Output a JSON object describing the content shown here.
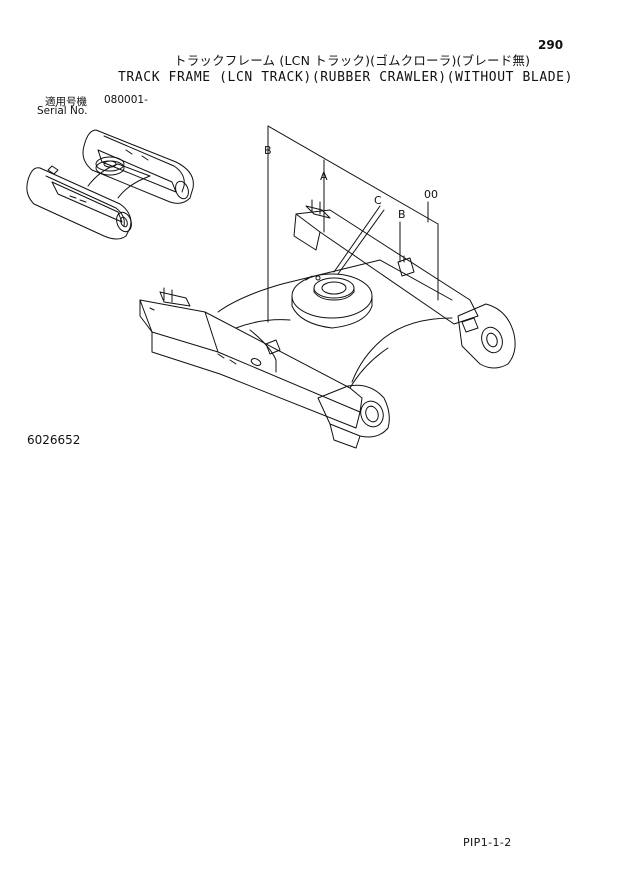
{
  "page_number": "290",
  "title_jp": "トラックフレーム (LCN トラック)(ゴムクローラ)(ブレード無)",
  "title_en": "TRACK FRAME (LCN TRACK)(RUBBER CRAWLER)(WITHOUT BLADE)",
  "serial": {
    "label_jp": "適用号機",
    "label_en": "Serial No.",
    "value": "080001-"
  },
  "callouts": {
    "a": "A",
    "b1": "B",
    "b2": "B",
    "c": "C",
    "oo": "00"
  },
  "figure_number": "6026652",
  "doc_code": "PIP1-1-2"
}
